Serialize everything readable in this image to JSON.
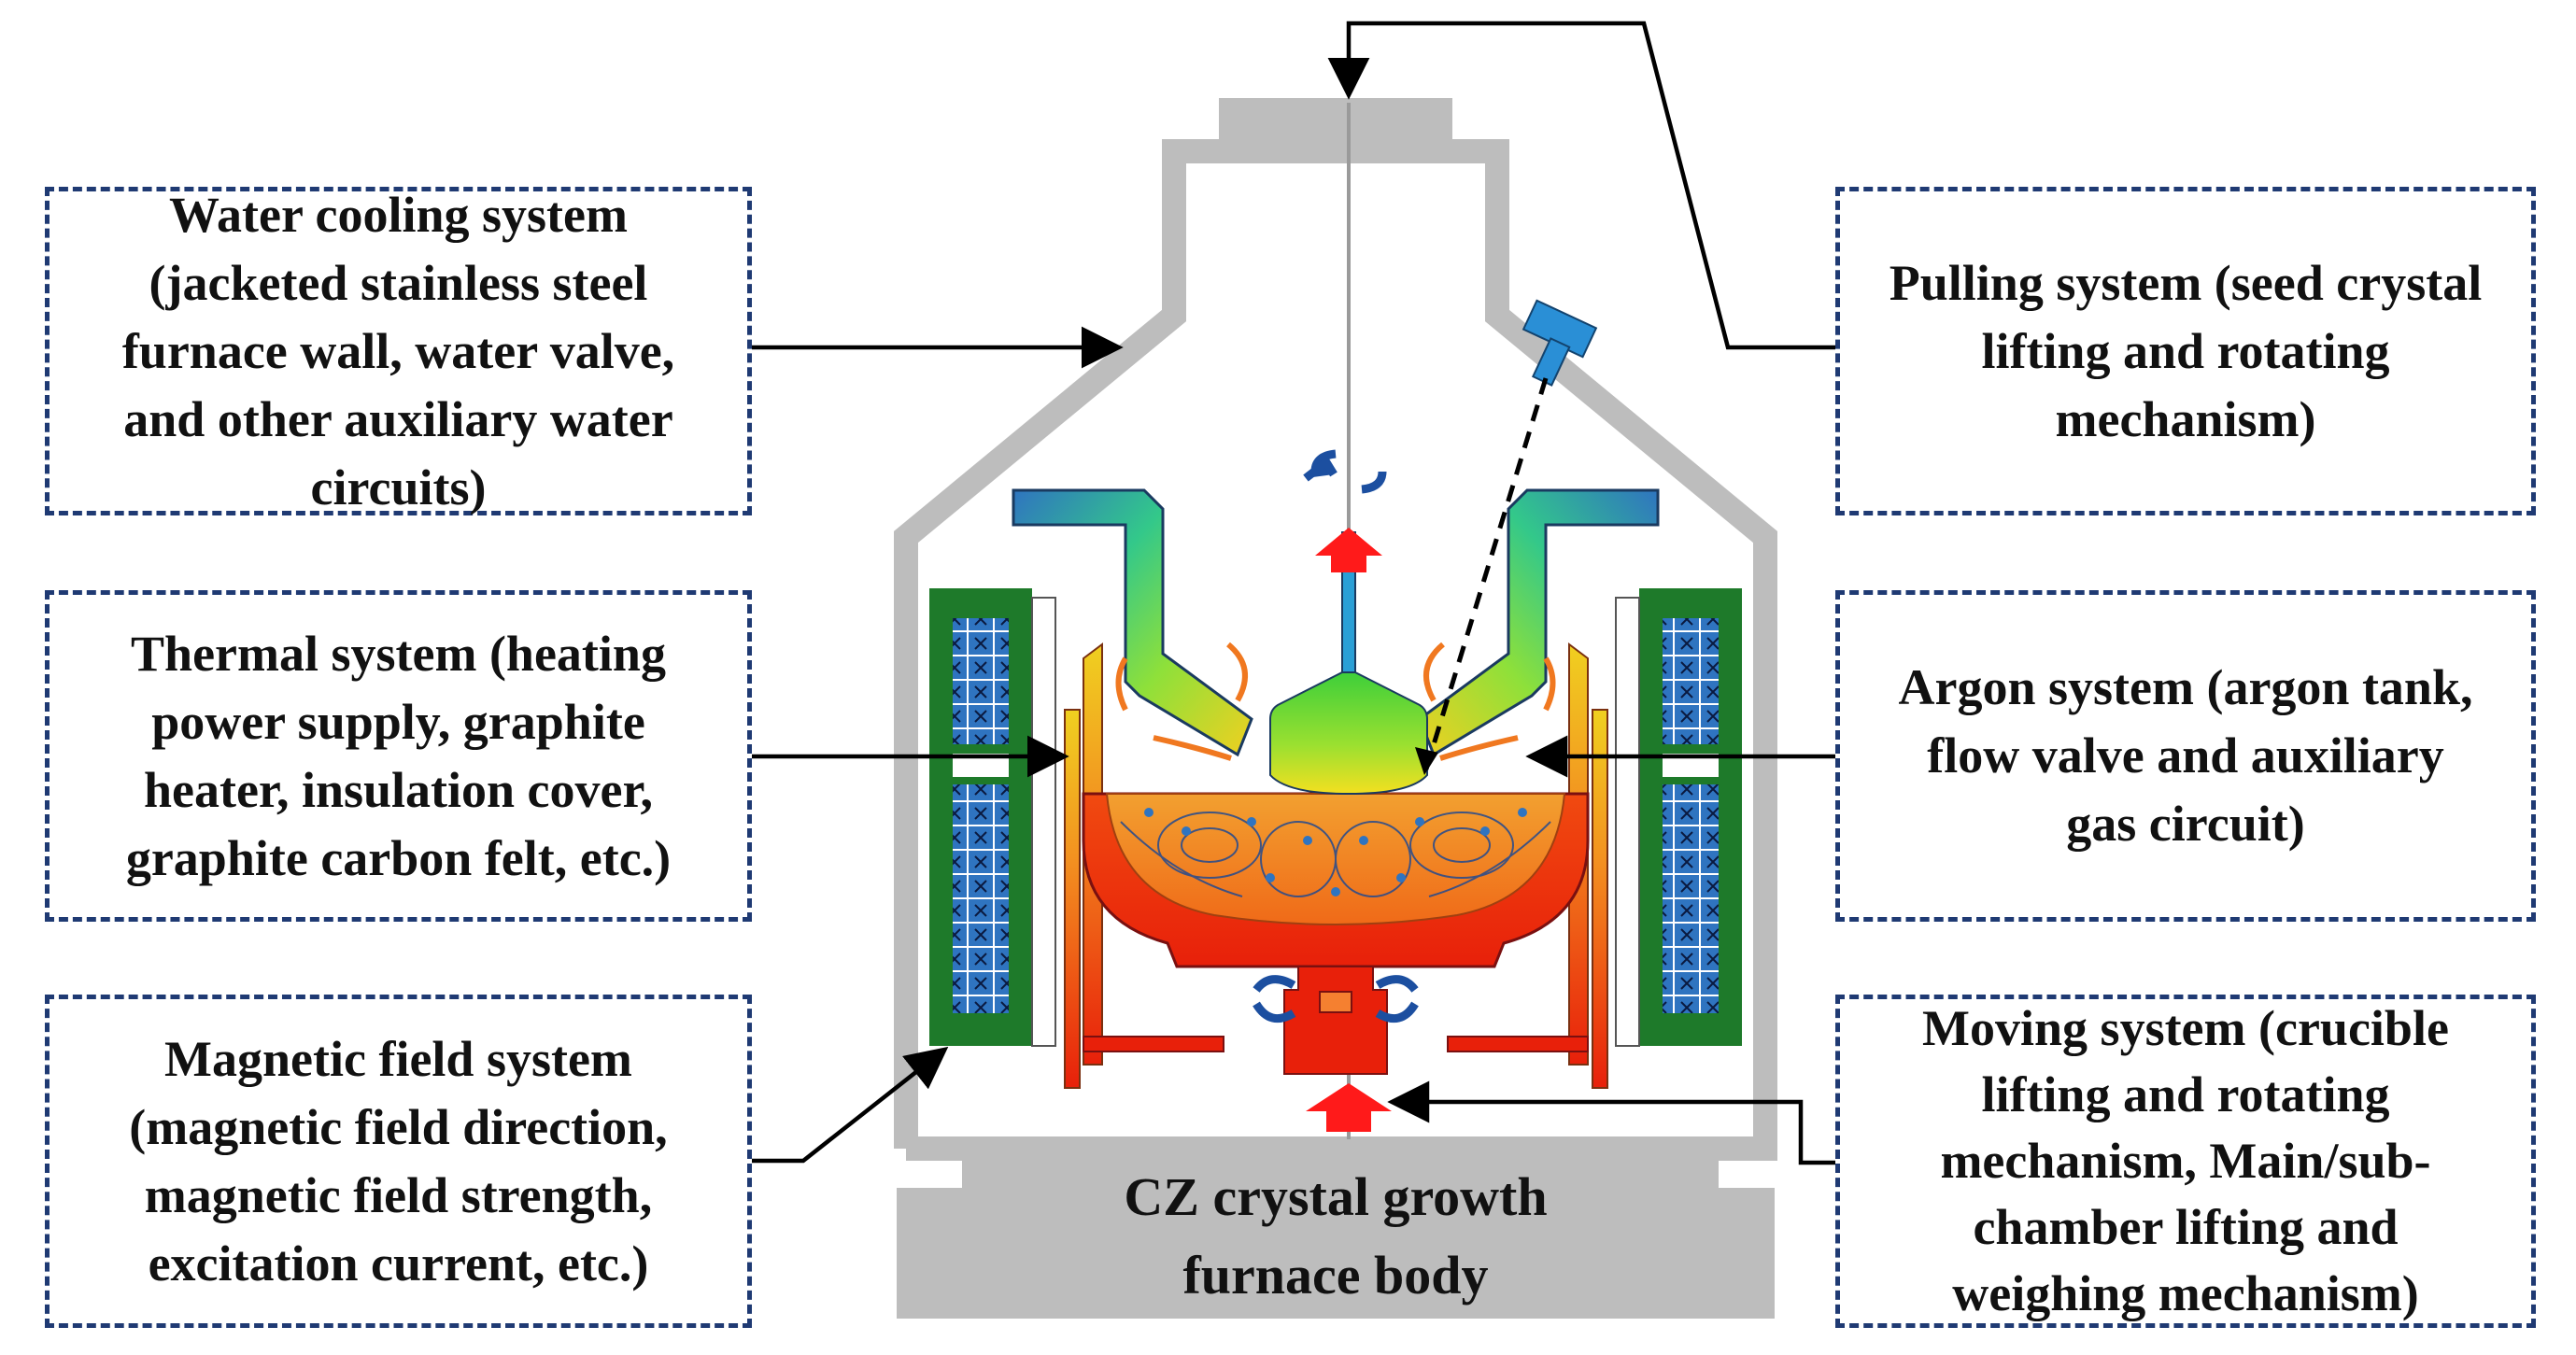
{
  "labels": {
    "water_cooling": "Water cooling system\n(jacketed stainless steel\nfurnace wall, water valve,\nand other auxiliary water\ncircuits)",
    "thermal": "Thermal system (heating\npower supply, graphite\nheater, insulation cover,\ngraphite carbon felt, etc.)",
    "magnetic": "Magnetic field system\n(magnetic field direction,\nmagnetic field strength,\nexcitation current, etc.)",
    "pulling": "Pulling system (seed crystal\nlifting and rotating\nmechanism)",
    "argon": "Argon system (argon tank,\nflow valve and auxiliary\ngas circuit)",
    "moving": "Moving system (crucible\nlifting and rotating\nmechanism, Main/sub-\nchamber lifting and\nweighing mechanism)"
  },
  "furnace_label": "CZ crystal growth\nfurnace body",
  "colors": {
    "box_border": "#1f3a73",
    "furnace_wall": "#bdbdbd",
    "coil_green": "#1e7a2a",
    "coil_blue": "#2f74c0",
    "melt_red": "#e8200a",
    "crystal_green": "#3ecf3a",
    "flow_orange": "#f07820",
    "arrow_red": "#ff1a1a",
    "rotation_blue": "#1c4fa0",
    "argon_inlet": "#2a8fd6"
  }
}
